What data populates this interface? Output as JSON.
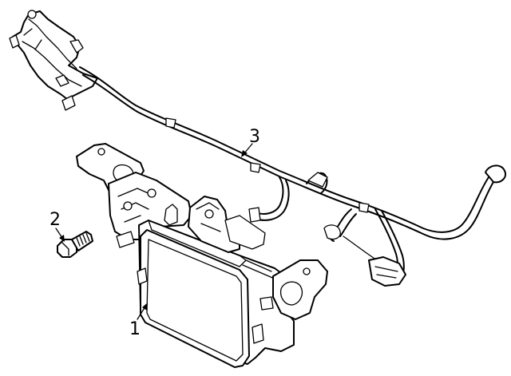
{
  "diagram": {
    "callouts": [
      {
        "id": "1",
        "label": "1",
        "part": "sensor-module"
      },
      {
        "id": "2",
        "label": "2",
        "part": "bolt"
      },
      {
        "id": "3",
        "label": "3",
        "part": "wiring-harness"
      }
    ]
  },
  "colors": {
    "line": "#000000",
    "background": "#ffffff"
  }
}
